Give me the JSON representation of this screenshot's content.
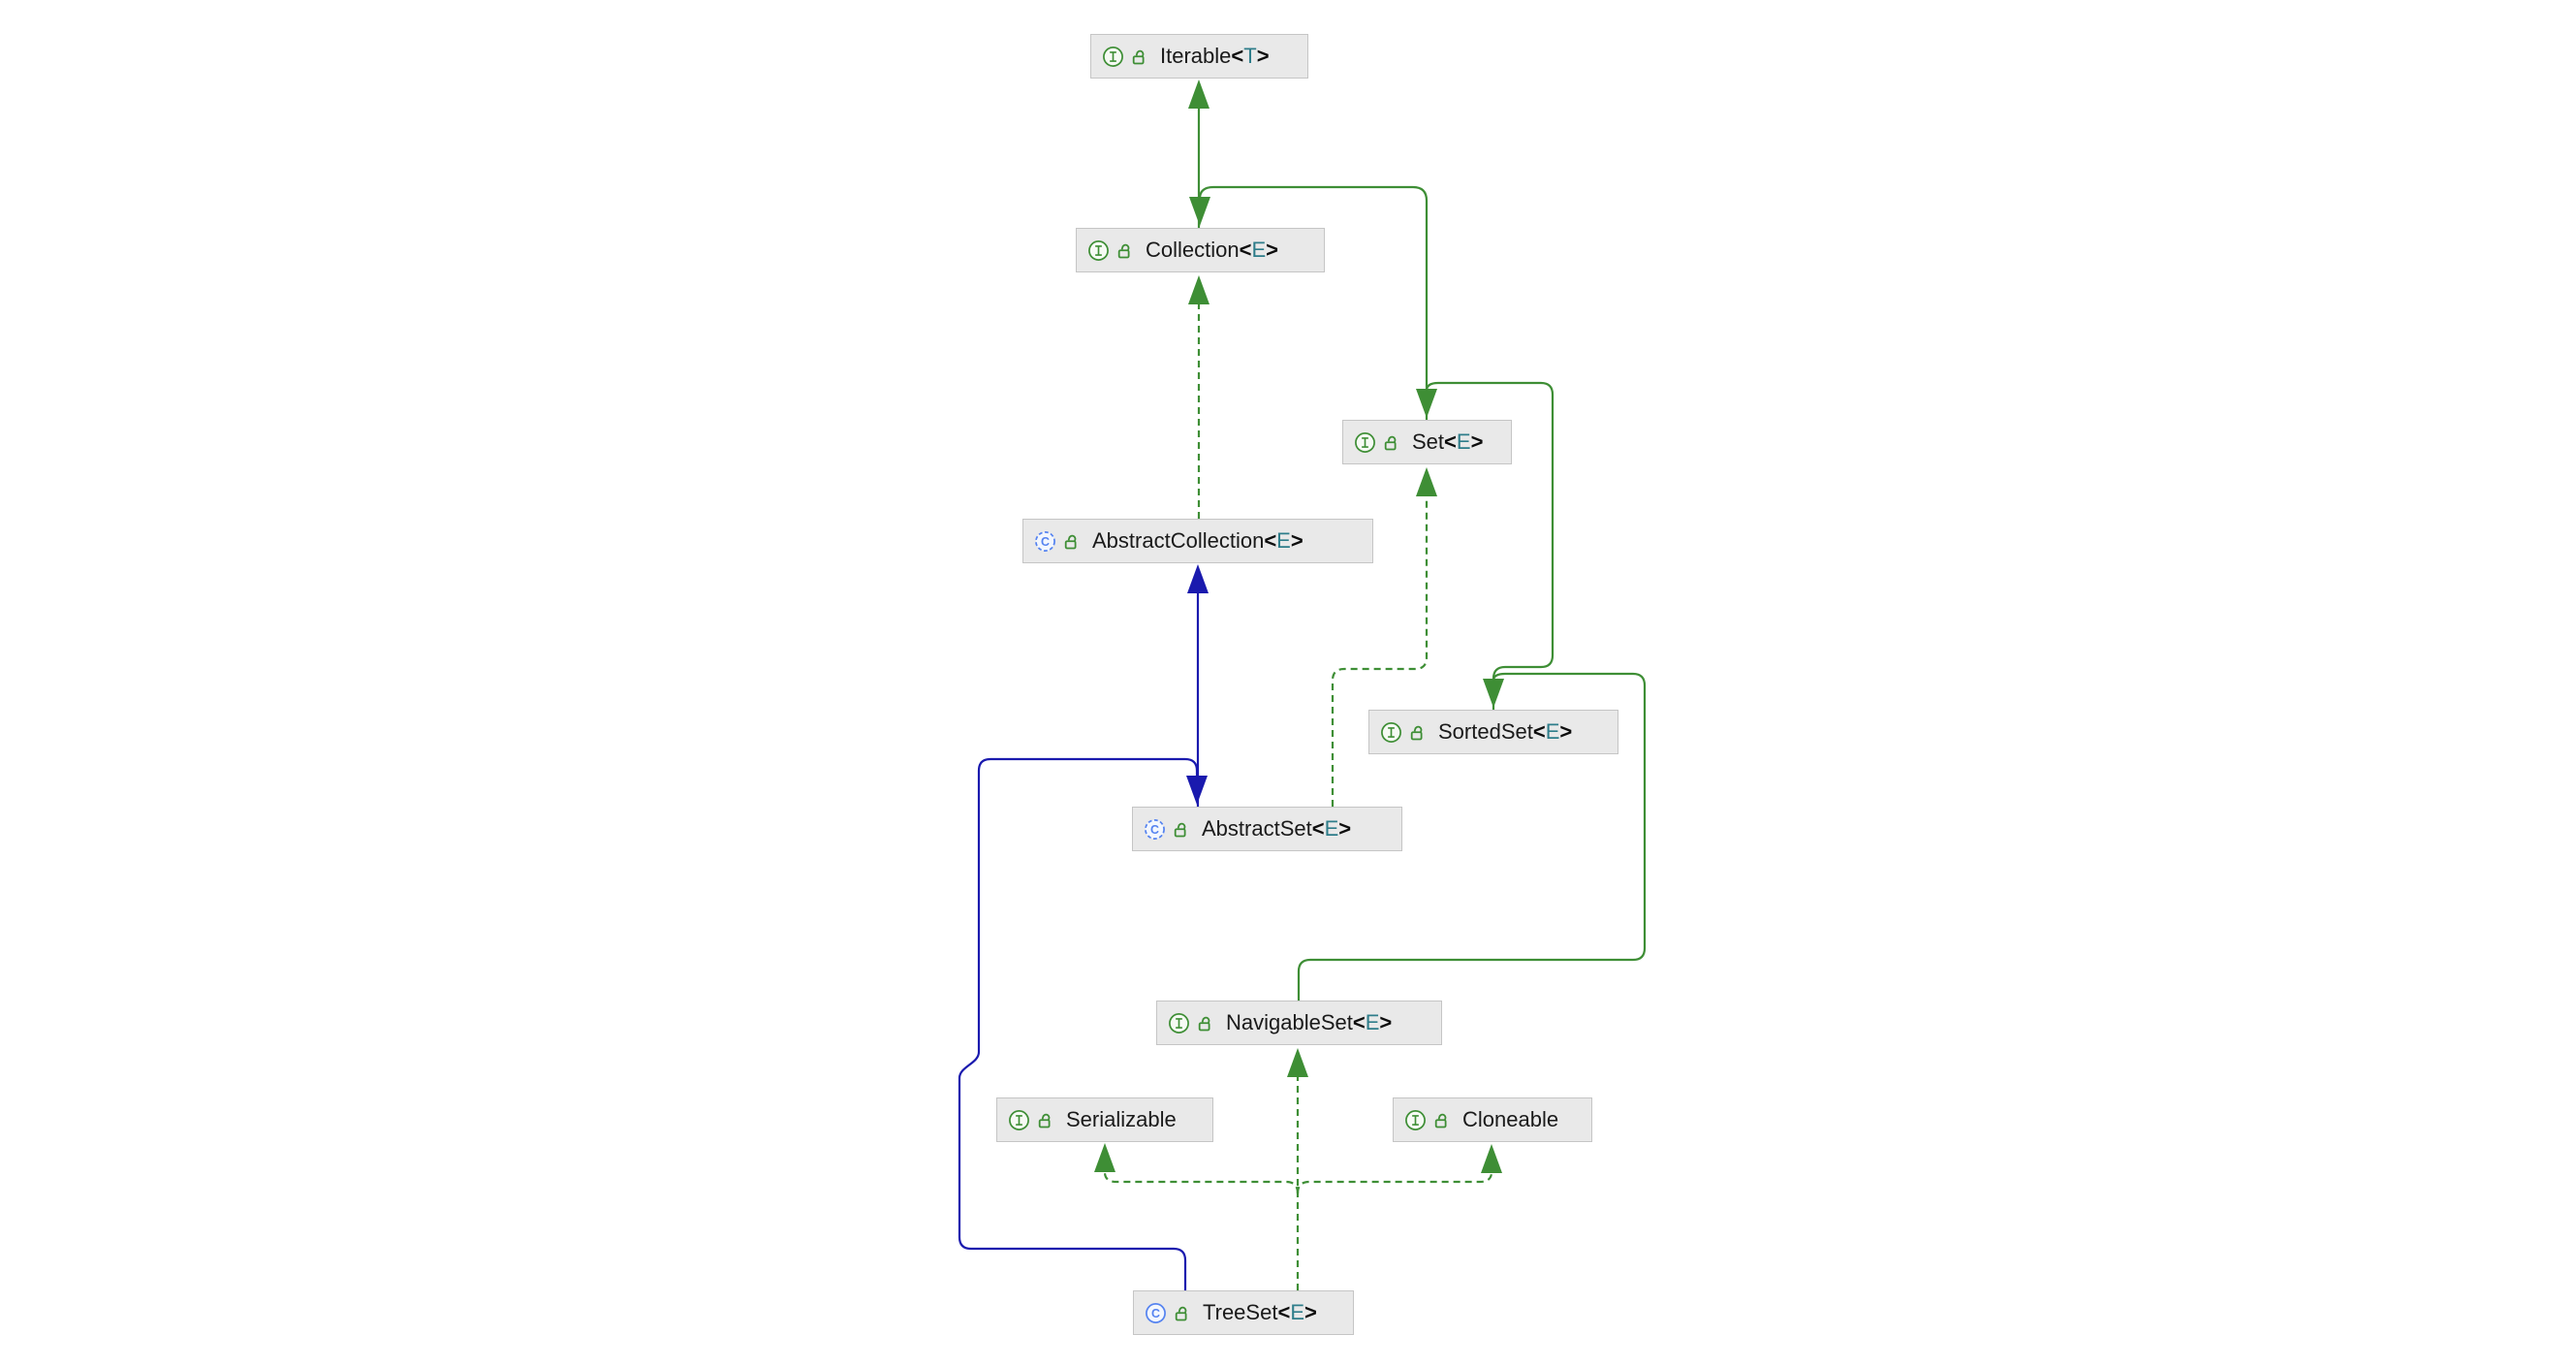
{
  "diagram": {
    "title": "TreeSet class hierarchy",
    "colors": {
      "background": "#FFFFFF",
      "node_fill": "#E9E9E9",
      "node_border": "#C5C5C5",
      "interface_green": "#3E8E35",
      "class_blue": "#5583F0",
      "generic_teal": "#2E7D8A",
      "extends_interface_edge": "#3E8E35",
      "extends_class_edge": "#1A1AAE",
      "label_text": "#1A1A1A"
    },
    "nodes": [
      {
        "id": "iterable",
        "kind": "interface",
        "visibility": "public",
        "name": "Iterable",
        "lt": "<",
        "generic": "T",
        "gt": ">"
      },
      {
        "id": "collection",
        "kind": "interface",
        "visibility": "public",
        "name": "Collection",
        "lt": "<",
        "generic": "E",
        "gt": ">"
      },
      {
        "id": "set",
        "kind": "interface",
        "visibility": "public",
        "name": "Set",
        "lt": "<",
        "generic": "E",
        "gt": ">"
      },
      {
        "id": "abstract-collection",
        "kind": "abstract-class",
        "visibility": "public",
        "name": "AbstractCollection",
        "lt": "<",
        "generic": "E",
        "gt": ">"
      },
      {
        "id": "sorted-set",
        "kind": "interface",
        "visibility": "public",
        "name": "SortedSet",
        "lt": "<",
        "generic": "E",
        "gt": ">"
      },
      {
        "id": "abstract-set",
        "kind": "abstract-class",
        "visibility": "public",
        "name": "AbstractSet",
        "lt": "<",
        "generic": "E",
        "gt": ">"
      },
      {
        "id": "navigable-set",
        "kind": "interface",
        "visibility": "public",
        "name": "NavigableSet",
        "lt": "<",
        "generic": "E",
        "gt": ">"
      },
      {
        "id": "serializable",
        "kind": "interface",
        "visibility": "public",
        "name": "Serializable",
        "lt": "",
        "generic": "",
        "gt": ""
      },
      {
        "id": "cloneable",
        "kind": "interface",
        "visibility": "public",
        "name": "Cloneable",
        "lt": "",
        "generic": "",
        "gt": ""
      },
      {
        "id": "tree-set",
        "kind": "class",
        "visibility": "public",
        "name": "TreeSet",
        "lt": "<",
        "generic": "E",
        "gt": ">"
      }
    ],
    "edges": [
      {
        "from": "Collection",
        "to": "Iterable",
        "relation": "extends",
        "line": "solid",
        "color": "#3E8E35"
      },
      {
        "from": "Set",
        "to": "Collection",
        "relation": "extends",
        "line": "solid",
        "color": "#3E8E35"
      },
      {
        "from": "AbstractCollection",
        "to": "Collection",
        "relation": "implements",
        "line": "dashed",
        "color": "#3E8E35"
      },
      {
        "from": "SortedSet",
        "to": "Set",
        "relation": "extends",
        "line": "solid",
        "color": "#3E8E35"
      },
      {
        "from": "AbstractSet",
        "to": "AbstractCollection",
        "relation": "extends",
        "line": "solid",
        "color": "#1A1AAE"
      },
      {
        "from": "AbstractSet",
        "to": "Set",
        "relation": "implements",
        "line": "dashed",
        "color": "#3E8E35"
      },
      {
        "from": "NavigableSet",
        "to": "SortedSet",
        "relation": "extends",
        "line": "solid",
        "color": "#3E8E35"
      },
      {
        "from": "TreeSet",
        "to": "AbstractSet",
        "relation": "extends",
        "line": "solid",
        "color": "#1A1AAE"
      },
      {
        "from": "TreeSet",
        "to": "NavigableSet",
        "relation": "implements",
        "line": "dashed",
        "color": "#3E8E35"
      },
      {
        "from": "TreeSet",
        "to": "Serializable",
        "relation": "implements",
        "line": "dashed",
        "color": "#3E8E35"
      },
      {
        "from": "TreeSet",
        "to": "Cloneable",
        "relation": "implements",
        "line": "dashed",
        "color": "#3E8E35"
      }
    ]
  }
}
